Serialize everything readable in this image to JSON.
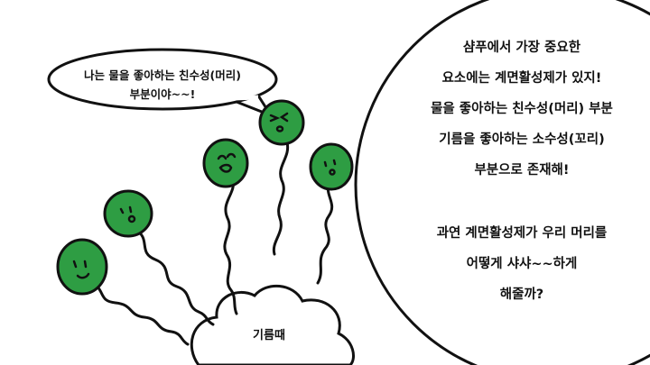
{
  "speech_bubble": {
    "lines": [
      "나는 물을 좋아하는 친수성(머리)",
      "부분이야~~!"
    ]
  },
  "explanation": {
    "lines": [
      "샴푸에서 가장 중요한",
      "요소에는 계면활성제가 있지!",
      "물을 좋아하는 친수성(머리) 부분",
      "기름을 좋아하는 소수성(꼬리)",
      "부분으로 존재해!",
      "과연 계면활성제가 우리 머리를",
      "어떻게 샤샤~~하게",
      "해줄까?"
    ]
  },
  "cloud": {
    "label": "기름때"
  },
  "colors": {
    "head": "#2e9d43",
    "outline": "#111111",
    "background": "#ffffff"
  }
}
